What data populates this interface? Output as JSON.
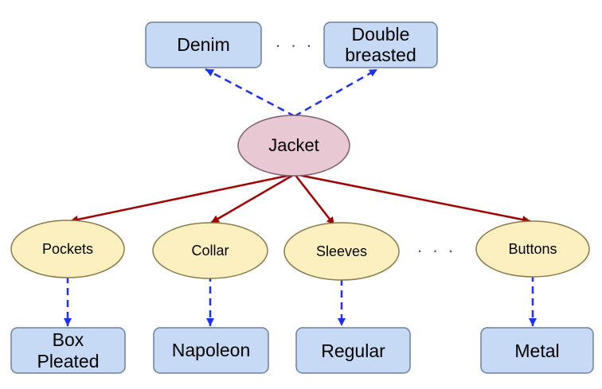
{
  "colors": {
    "category_box_fill": "#c6d9f5",
    "box_border": "#6f7f9a",
    "root_fill": "#e8c8d2",
    "part_fill": "#fdf0c0",
    "solid_arrow": "#a00000",
    "dashed_arrow": "#1d2ff0"
  },
  "diagram": {
    "root": {
      "label": "Jacket"
    },
    "top_categories": [
      {
        "label_lines": [
          "Denim"
        ]
      },
      {
        "label_lines": [
          "Double",
          "breasted"
        ]
      }
    ],
    "top_ellipsis": "· · ·",
    "parts": [
      {
        "label": "Pockets",
        "value_lines": [
          "Box",
          "Pleated"
        ]
      },
      {
        "label": "Collar",
        "value_lines": [
          "Napoleon"
        ]
      },
      {
        "label": "Sleeves",
        "value_lines": [
          "Regular"
        ]
      },
      {
        "label": "Buttons",
        "value_lines": [
          "Metal"
        ]
      }
    ],
    "parts_ellipsis": "· · ·",
    "edges": [
      {
        "from": "Jacket",
        "to": "Denim",
        "style": "dashed"
      },
      {
        "from": "Jacket",
        "to": "Double breasted",
        "style": "dashed"
      },
      {
        "from": "Jacket",
        "to": "Pockets",
        "style": "solid"
      },
      {
        "from": "Jacket",
        "to": "Collar",
        "style": "solid"
      },
      {
        "from": "Jacket",
        "to": "Sleeves",
        "style": "solid"
      },
      {
        "from": "Jacket",
        "to": "Buttons",
        "style": "solid"
      },
      {
        "from": "Pockets",
        "to": "Box Pleated",
        "style": "dashed"
      },
      {
        "from": "Collar",
        "to": "Napoleon",
        "style": "dashed"
      },
      {
        "from": "Sleeves",
        "to": "Regular",
        "style": "dashed"
      },
      {
        "from": "Buttons",
        "to": "Metal",
        "style": "dashed"
      }
    ]
  }
}
